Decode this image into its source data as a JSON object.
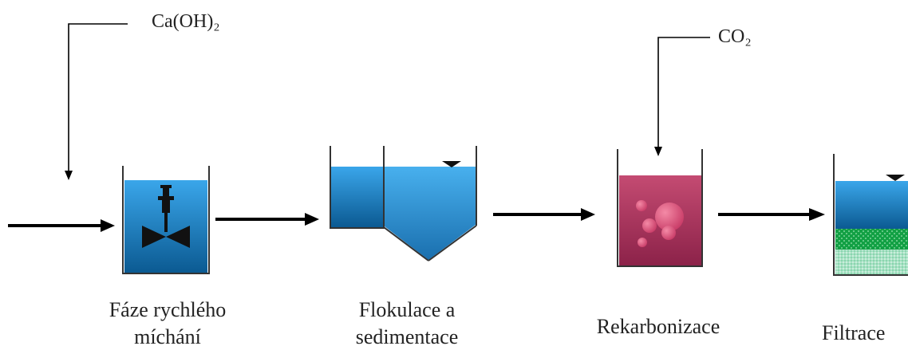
{
  "reagents": {
    "lime": "Ca(OH)₂",
    "co2": "CO₂"
  },
  "stages": [
    {
      "line1": "Fáze rychlého",
      "line2": "míchání"
    },
    {
      "line1": "Flokulace a",
      "line2": "sedimentace"
    },
    {
      "line1": "Rekarbonizace",
      "line2": ""
    },
    {
      "line1": "Filtrace",
      "line2": ""
    }
  ],
  "colors": {
    "water_top": "#3da0e0",
    "water_bottom": "#0a5c95",
    "recarb_top": "#b83a66",
    "recarb_bottom": "#8a1f45",
    "filter_green": "#119b3d",
    "filter_sand": "#8ed7b0"
  }
}
